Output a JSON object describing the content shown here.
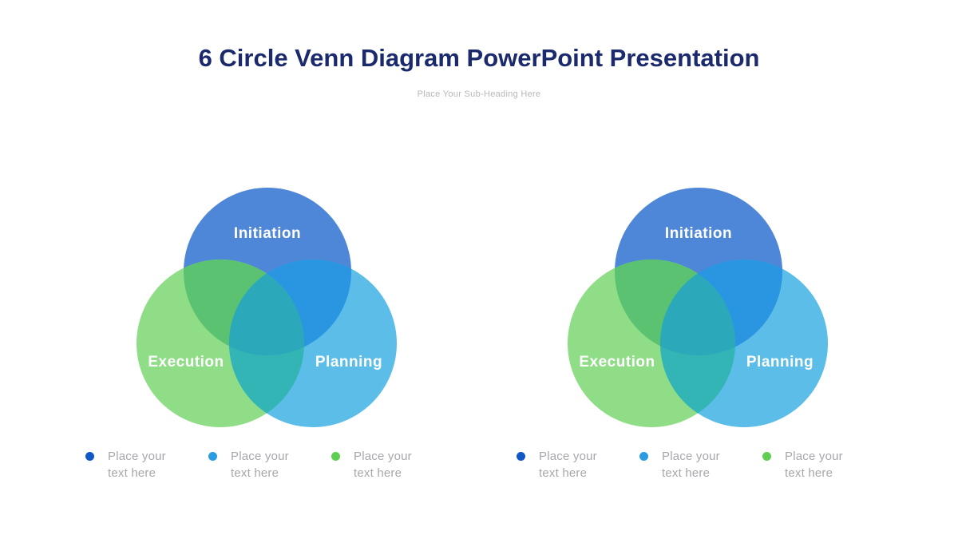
{
  "slide": {
    "title": "6 Circle Venn Diagram PowerPoint Presentation",
    "subtitle": "Place Your Sub-Heading Here",
    "title_color": "#1B2A6D",
    "background_color": "#FFFFFF"
  },
  "venn_colors": {
    "initiation": "#4E86D8",
    "execution": "#8FDD86",
    "planning": "#5BBDE8",
    "initiation_execution": "#5BC272",
    "initiation_planning": "#2A95E0",
    "execution_planning": "#33B5B5",
    "center": "#2CA8BB",
    "label_text": "#FFFFFF"
  },
  "diagrams": [
    {
      "labels": {
        "top": "Initiation",
        "left": "Execution",
        "right": "Planning"
      },
      "legend": [
        {
          "color": "#1157C8",
          "line1": "Place your",
          "line2": "text here"
        },
        {
          "color": "#2B9BE2",
          "line1": "Place your",
          "line2": "text here"
        },
        {
          "color": "#5FCE53",
          "line1": "Place your",
          "line2": "text here"
        }
      ]
    },
    {
      "labels": {
        "top": "Initiation",
        "left": "Execution",
        "right": "Planning"
      },
      "legend": [
        {
          "color": "#1157C8",
          "line1": "Place your",
          "line2": "text here"
        },
        {
          "color": "#2B9BE2",
          "line1": "Place your",
          "line2": "text here"
        },
        {
          "color": "#5FCE53",
          "line1": "Place your",
          "line2": "text here"
        }
      ]
    }
  ]
}
